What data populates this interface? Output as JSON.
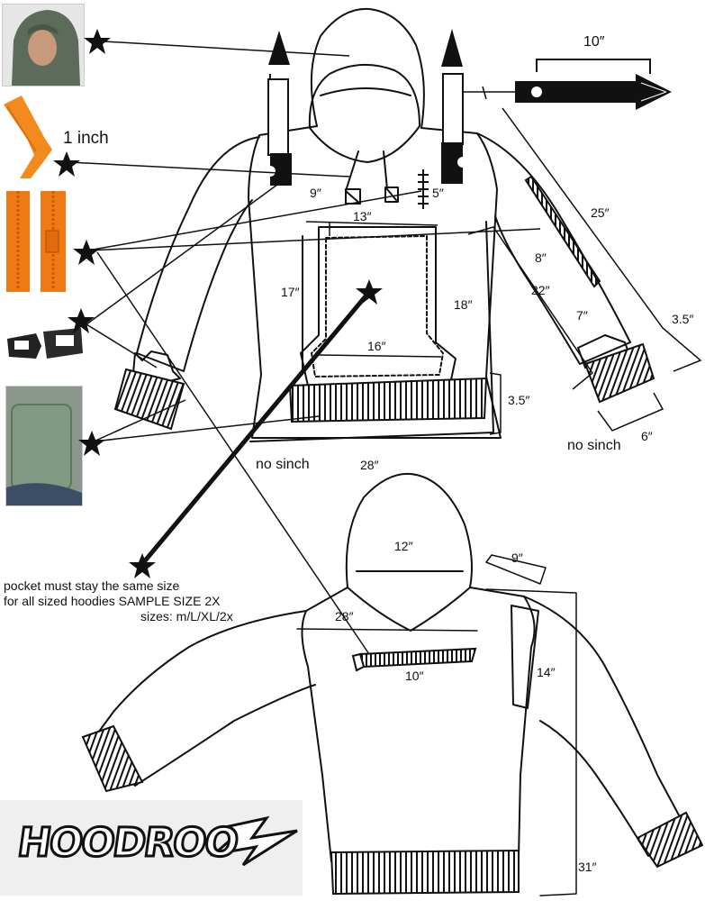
{
  "labels": {
    "one_inch": "1 inch",
    "l_10a": "10″",
    "l_9a": "9″",
    "l_5": "5″",
    "l_13": "13″",
    "l_25": "25″",
    "l_8": "8″",
    "l_17": "17″",
    "l_18": "18″",
    "l_22": "22″",
    "l_7": "7″",
    "l_35a": "3.5″",
    "l_16": "16″",
    "l_35b": "3.5″",
    "no_sinch_a": "no sinch",
    "l_6": "6″",
    "no_sinch_b": "no sinch",
    "l_28a": "28″",
    "l_12": "12″",
    "l_9b": "9″",
    "l_28b": "28″",
    "l_10b": "10″",
    "l_14": "14″",
    "l_31": "31″"
  },
  "note": {
    "line1": "pocket must stay the same size",
    "line2": "for all sized hoodies  SAMPLE SIZE 2X",
    "line3": "sizes: m/L/XL/2x"
  },
  "logo": {
    "text": "HOODROO"
  },
  "thumbnails": [
    {
      "name": "hood-photo-thumbnail",
      "color": "#5c6b5a"
    },
    {
      "name": "drawstring-swatch-thumbnail",
      "color": "#f28a1e"
    },
    {
      "name": "zipper-swatch-thumbnail",
      "color": "#ef7a16"
    },
    {
      "name": "buckle-photo-thumbnail",
      "color": "#222222"
    },
    {
      "name": "cuff-pocket-photo-thumbnail",
      "color": "#7e9a80"
    }
  ]
}
